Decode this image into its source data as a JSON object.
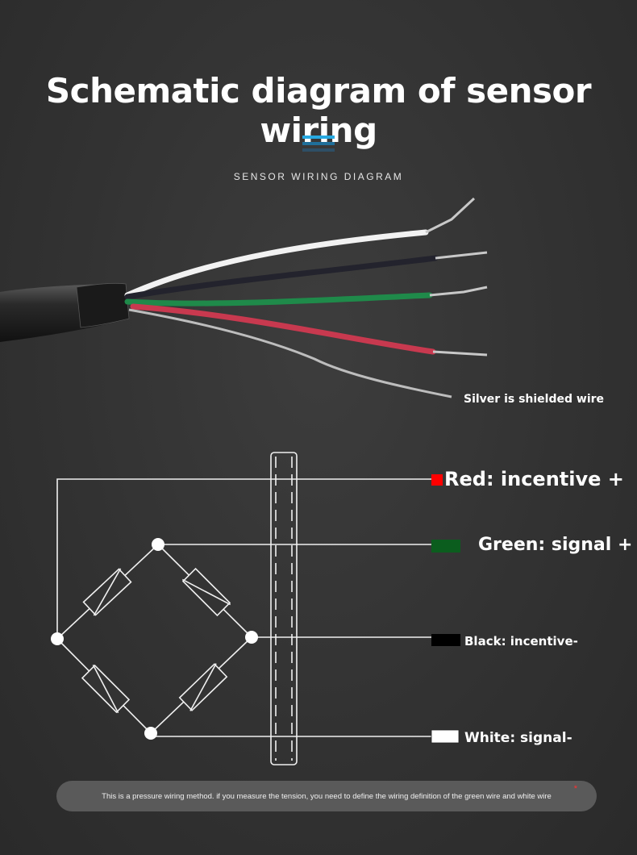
{
  "title": "Schematic diagram of sensor wiring",
  "subtitle": "SENSOR WIRING DIAGRAM",
  "colors": {
    "accent_top": "#27a9e1",
    "accent_mid": "#1f6f9a",
    "accent_bottom": "#2e4f66",
    "red": "#ff0000",
    "green": "#0b5d1e",
    "black": "#000000",
    "white": "#ffffff"
  },
  "cable_labels": {
    "silver": "Silver is shielded wire"
  },
  "wire_labels": {
    "red": "Red: incentive +",
    "green": "Green: signal +",
    "black": "Black: incentive-",
    "white": "White: signal-"
  },
  "note": "This is a pressure wiring method. if you measure the tension, you need to define the wiring definition of the green wire and white wire",
  "note_marker": "*"
}
